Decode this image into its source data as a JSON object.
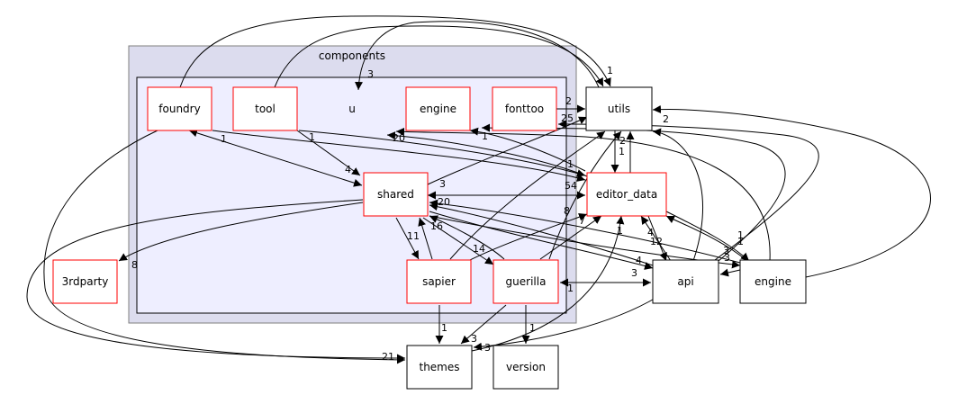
{
  "diagram": {
    "outer_cluster": {
      "label": "components"
    },
    "inner_cluster": {
      "label": "u"
    },
    "nodes": [
      {
        "id": "foundry",
        "label": "foundry",
        "style": "red"
      },
      {
        "id": "tool",
        "label": "tool",
        "style": "red"
      },
      {
        "id": "engine_in",
        "label": "engine",
        "style": "red"
      },
      {
        "id": "fonttoo",
        "label": "fonttoo",
        "style": "red"
      },
      {
        "id": "shared",
        "label": "shared",
        "style": "red"
      },
      {
        "id": "editor_data",
        "label": "editor_data",
        "style": "red"
      },
      {
        "id": "sapier",
        "label": "sapier",
        "style": "red"
      },
      {
        "id": "guerilla",
        "label": "guerilla",
        "style": "red"
      },
      {
        "id": "3rdparty",
        "label": "3rdparty",
        "style": "red"
      },
      {
        "id": "utils",
        "label": "utils",
        "style": "black"
      },
      {
        "id": "api",
        "label": "api",
        "style": "black"
      },
      {
        "id": "engine_out",
        "label": "engine",
        "style": "black"
      },
      {
        "id": "themes",
        "label": "themes",
        "style": "black"
      },
      {
        "id": "version",
        "label": "version",
        "style": "black"
      }
    ],
    "edge_labels": {
      "foundry_utils": "1",
      "tool_u": "3",
      "fonttoo_utils": "2",
      "engine_utils": "2",
      "utils_editor": "1",
      "editor_utils": "2",
      "foundry_shared": "1",
      "tool_shared": "1",
      "tool_shared2": "4",
      "shared_editor": "54",
      "editor_shared": "20",
      "u_label": "20",
      "engine_in_lbl": "1",
      "shared_utils": "3",
      "shared_3rdparty": "8",
      "shared_themes": "21",
      "shared_sapier": "11",
      "sapier_shared": "16",
      "guerilla_shared": "14",
      "guerilla_editor": "8",
      "sapier_editor": "7",
      "api_editor": "12",
      "api_editor2": "4",
      "api_shared": "4",
      "guerilla_api": "3",
      "api_guerilla": "1",
      "engine_editor": "3",
      "engine_shared": "1",
      "engine_api": "1",
      "sapier_themes": "1",
      "guerilla_themes": "3",
      "guerilla_version": "1",
      "themes_lbl": "3",
      "engine_u": "25",
      "editor_api": "1",
      "misc_1": "1",
      "misc_2": "3"
    }
  }
}
